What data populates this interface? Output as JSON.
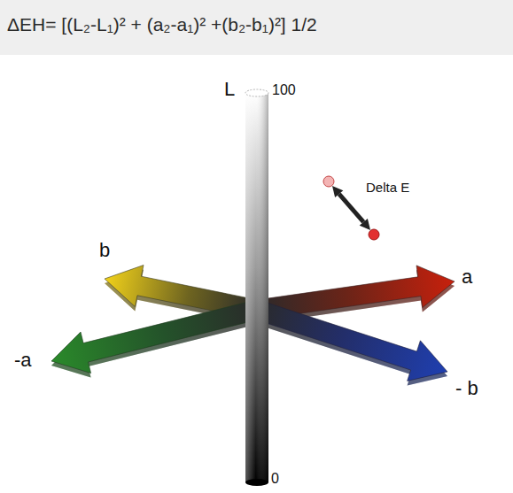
{
  "diagram": {
    "title": "ΔEH= [(L₂-L₁)² + (a₂-a₁)² +(b₂-b₁)²] 1/2",
    "labels": [
      "L",
      "100",
      "Delta E",
      "b",
      "a",
      "-a",
      "- b",
      "0"
    ]
  }
}
